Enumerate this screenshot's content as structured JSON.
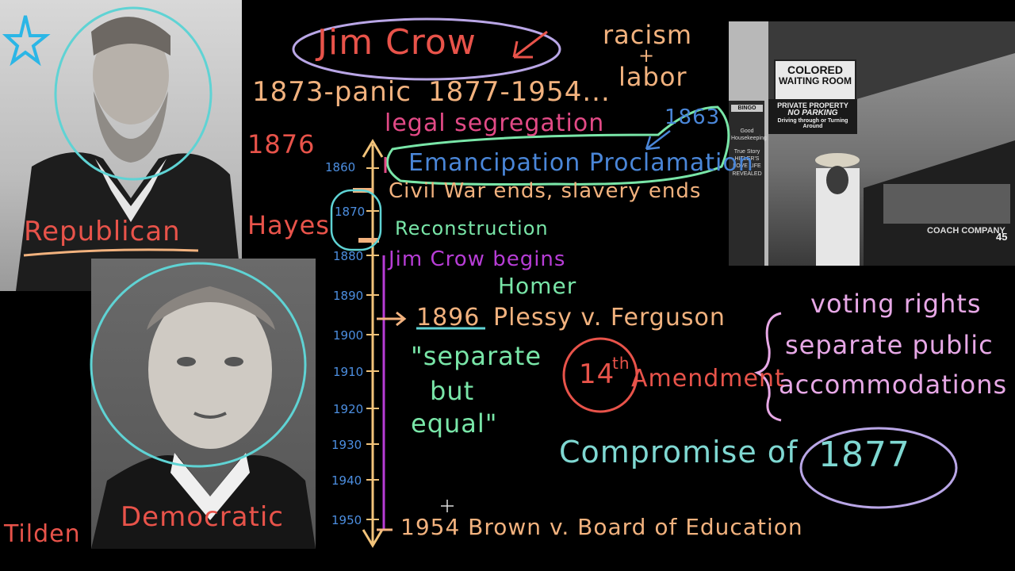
{
  "heading": {
    "title": "Jim Crow",
    "racism": "racism",
    "plus": "+",
    "labor": "labor",
    "panic": "1873-panic",
    "range": "1877-1954...",
    "legal": "legal segregation",
    "year_1876": "1876",
    "hayes": "Hayes",
    "tilden": "Tilden",
    "republican": "Republican",
    "democratic": "Democratic"
  },
  "timeline": {
    "ticks": [
      "1860",
      "1870",
      "1880",
      "1890",
      "1900",
      "1910",
      "1920",
      "1930",
      "1940",
      "1950"
    ],
    "events": {
      "emancipation": "Emancipation Proclamation",
      "y1863": "1863",
      "civil_war": "Civil War ends, slavery ends",
      "reconstruction": "Reconstruction",
      "jim_crow_begins": "Jim Crow begins",
      "homer": "Homer",
      "plessy_year": "1896",
      "plessy": "Plessy v. Ferguson",
      "brown": "1954 Brown v. Board of Education"
    }
  },
  "notes": {
    "separate_1": "\"separate",
    "separate_2": "but",
    "separate_3": "equal\"",
    "fourteenth": "14",
    "th": "th",
    "amendment": "Amendment",
    "voting": "voting rights",
    "public": "separate public",
    "accommodations": "accommodations",
    "compromise": "Compromise of",
    "compromise_year": "1877"
  },
  "photo_sign": {
    "line1": "COLORED",
    "line2": "WAITING ROOM",
    "line3": "PRIVATE PROPERTY",
    "line4": "NO PARKING",
    "line5": "Driving through or Turning Around",
    "bingo": "BINGO",
    "side1": "Good",
    "side2": "Housekeeping",
    "side3": "True Story",
    "side4": "HITLER'S",
    "side5": "LOVE LIFE",
    "side6": "REVEALED",
    "bus": "COACH COMPANY",
    "bus_num": "45"
  },
  "colors": {
    "orange": "#f2b27e",
    "red": "#e8534a",
    "pink": "#e24a86",
    "teal": "#7fd8d2",
    "green": "#79e6a8",
    "blue": "#4a86d8",
    "purple": "#b73dd6",
    "violet": "#b9a6e6"
  },
  "icons": [
    "star-icon",
    "cursor-crosshair-icon"
  ]
}
